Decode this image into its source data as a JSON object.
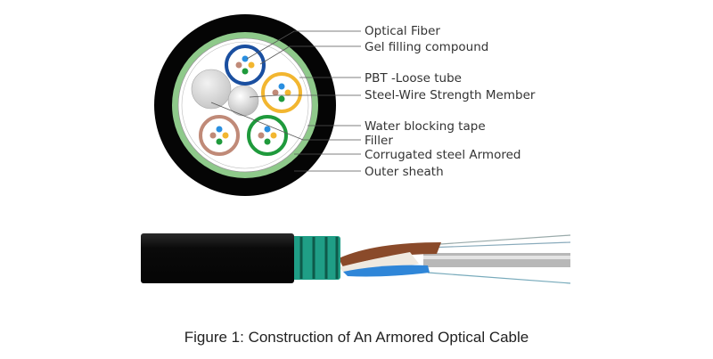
{
  "figure": {
    "labels": [
      "Optical Fiber",
      "Gel filling compound",
      "PBT -Loose tube",
      "Steel-Wire Strength Member",
      "Water blocking tape",
      "Filler",
      "Corrugated steel Armored",
      "Outer sheath"
    ],
    "colors": {
      "sheath": "#050505",
      "armor": "#8ec98a",
      "tube_blue": "#1a4fa0",
      "tube_yellow": "#f2b630",
      "tube_brown": "#c08a78",
      "tube_green": "#1f9a3c"
    }
  },
  "caption": "Figure 1: Construction of An Armored Optical Cable"
}
